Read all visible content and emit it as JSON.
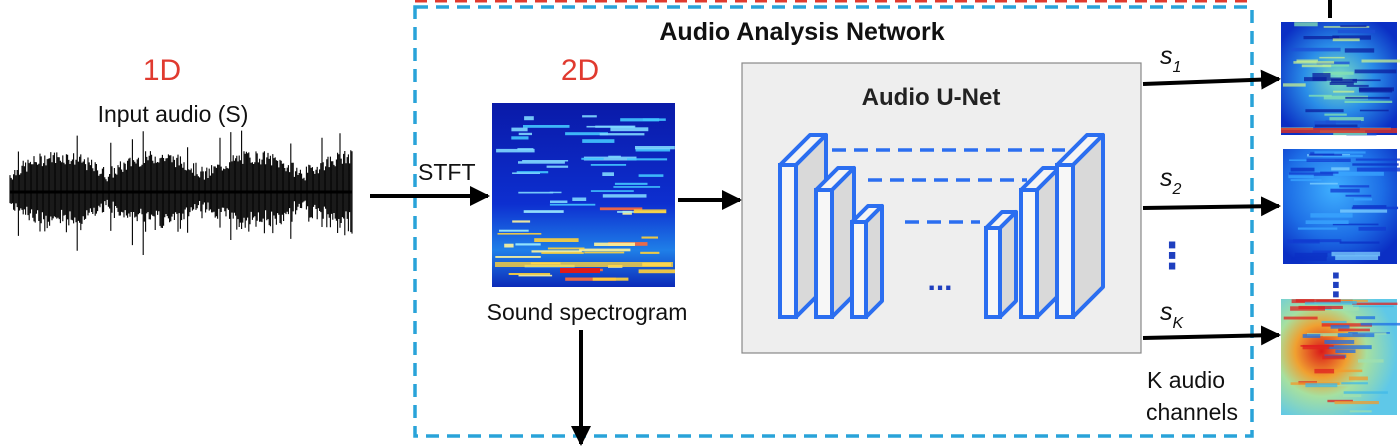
{
  "diagram": {
    "network_title": "Audio Analysis Network",
    "input": {
      "dimension_label": "1D",
      "title": "Input audio (S)"
    },
    "stft_label": "STFT",
    "spectrogram": {
      "dimension_label": "2D",
      "caption": "Sound spectrogram"
    },
    "unet": {
      "title": "Audio U-Net",
      "ellipsis": "..."
    },
    "channels": [
      {
        "symbol": "s",
        "subscript": "1"
      },
      {
        "symbol": "s",
        "subscript": "2"
      },
      {
        "symbol": "s",
        "subscript": "K"
      }
    ],
    "vertical_ellipsis": "⋮",
    "output_caption": [
      "K audio",
      "channels"
    ],
    "colors": {
      "label_red": "#e03a2f",
      "dashed_blue": "#29a3d9",
      "dashed_red": "#e03a2f",
      "unet_block_blue": "#2b6ef0",
      "unet_bg": "#eeeeee",
      "ellipsis_blue": "#1f3fbf"
    }
  }
}
